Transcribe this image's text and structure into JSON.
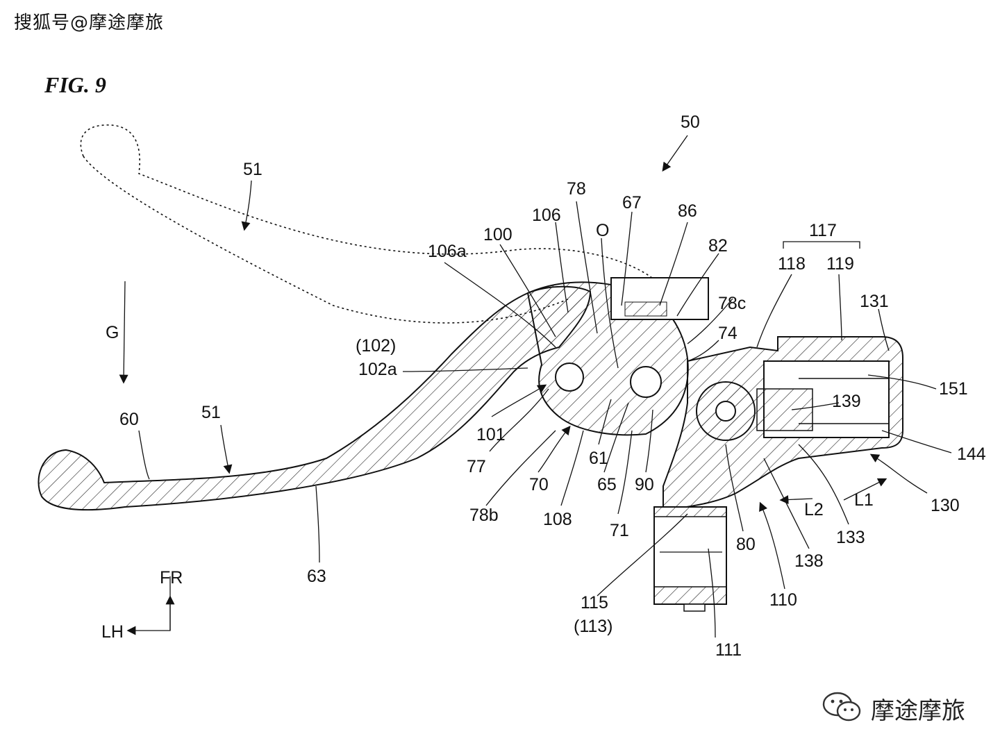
{
  "header": {
    "watermark": "搜狐号@摩途摩旅"
  },
  "figure": {
    "title": "FIG. 9"
  },
  "footer": {
    "watermark": "摩途摩旅"
  },
  "icons": {
    "footer_logo": "wechat-icon"
  },
  "labels": {
    "n50": "50",
    "n51_top": "51",
    "n51_bottom": "51",
    "G": "G",
    "n60": "60",
    "n63": "63",
    "n100": "100",
    "n101": "101",
    "n102p": "(102)",
    "n102a": "102a",
    "n106": "106",
    "n106a": "106a",
    "n78": "78",
    "O": "O",
    "n67": "67",
    "n86": "86",
    "n82": "82",
    "n78c": "78c",
    "n74": "74",
    "n117": "117",
    "n118": "118",
    "n119": "119",
    "n131": "131",
    "n151": "151",
    "n139": "139",
    "n144": "144",
    "n130": "130",
    "L1": "L1",
    "L2": "L2",
    "n133": "133",
    "n138": "138",
    "n110": "110",
    "n80": "80",
    "n111": "111",
    "n115": "115",
    "n113p": "(113)",
    "n71": "71",
    "n90": "90",
    "n65": "65",
    "n61": "61",
    "n108": "108",
    "n70": "70",
    "n77": "77",
    "n78b": "78b",
    "FR": "FR",
    "LH": "LH"
  }
}
